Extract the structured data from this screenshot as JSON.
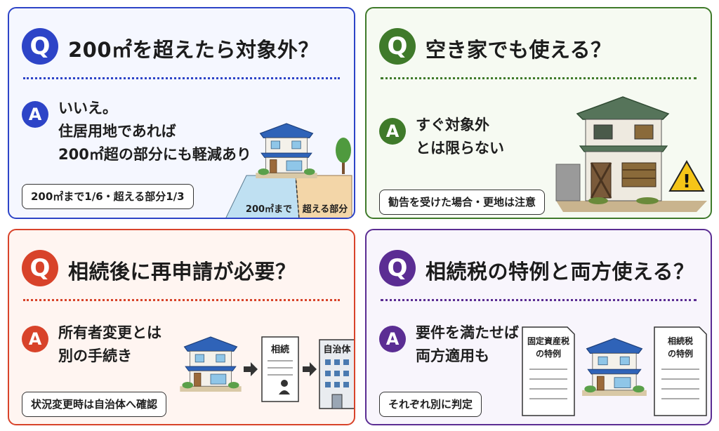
{
  "cards": [
    {
      "q_badge": "Q",
      "question": "200㎡を超えたら対象外？",
      "a_badge": "A",
      "answer_lines": [
        "いいえ。",
        "住居用地であれば",
        "200㎡超の部分にも軽減あり"
      ],
      "note": "200㎡まで1/6・超える部分1/3",
      "illustration": {
        "zone_left_label": "200㎡まで",
        "zone_right_label": "超える部分"
      },
      "color": "#2d44c7"
    },
    {
      "q_badge": "Q",
      "question": "空き家でも使える？",
      "a_badge": "A",
      "answer_lines": [
        "すぐ対象外",
        "とは限らない"
      ],
      "note": "勧告を受けた場合・更地は注意",
      "illustration": {
        "warning_symbol": "!"
      },
      "color": "#3f7a2a"
    },
    {
      "q_badge": "Q",
      "question": "相続後に再申請が必要？",
      "a_badge": "A",
      "answer_lines": [
        "所有者変更とは",
        "別の手続き"
      ],
      "note": "状況変更時は自治体へ確認",
      "illustration": {
        "document_label": "相続",
        "building_label": "自治体"
      },
      "color": "#d8432a"
    },
    {
      "q_badge": "Q",
      "question": "相続税の特例と両方使える？",
      "a_badge": "A",
      "answer_lines": [
        "要件を満たせば",
        "両方適用も"
      ],
      "note": "それぞれ別に判定",
      "illustration": {
        "doc_left_lines": [
          "固定資産税",
          "の特例"
        ],
        "doc_right_lines": [
          "相続税",
          "の特例"
        ]
      },
      "color": "#5b2d93"
    }
  ]
}
